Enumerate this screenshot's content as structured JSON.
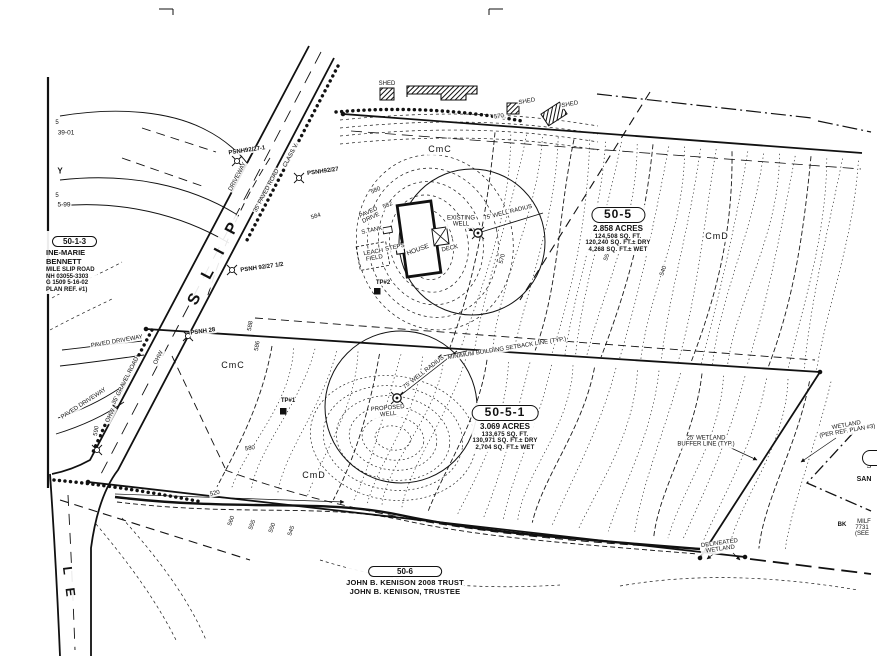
{
  "colors": {
    "ink": "#111111",
    "paper": "#ffffff"
  },
  "parcels": {
    "lot_50_5": {
      "id": "50-5",
      "acres": "2.858 ACRES",
      "area": "124,508  SQ.  FT.",
      "dry": "120,240  SQ.  FT.±  DRY",
      "wet": "4,268  SQ.  FT.±  WET"
    },
    "lot_50_5_1": {
      "id": "50-5-1",
      "acres": "3.069 ACRES",
      "area": "133,675  SQ.  FT.",
      "dry": "130,971  SQ.  FT.±  DRY",
      "wet": "2,704  SQ.  FT.±  WET"
    },
    "lot_50_6": {
      "id": "50-6",
      "owner1": "JOHN B. KENISON 2008 TRUST",
      "owner2": "JOHN B. KENISON, TRUSTEE"
    },
    "lot_50_1_3": {
      "id": "50-1-3",
      "owner1": "INE-MARIE",
      "owner2": "BENNETT",
      "addr1": "MILE  SLIP  ROAD",
      "addr2": "NH  03055-3303",
      "ref1": "G  1509      5-16-02",
      "ref2": "PLAN  REF.  #1)"
    }
  },
  "labels": {
    "frag_5a": "5",
    "frag_39_01": "39-01",
    "frag_y": "Y",
    "frag_5b": "5",
    "frag_5_99": "5-99",
    "psnh_92_27_1": "PSNH92/27-1",
    "psnh_92_27": "PSNH92/27",
    "psnh_92_27_half": "PSNH 92/27 1/2",
    "psnh_28": "PSNH 28",
    "driveway": "DRIVEWAY",
    "paved_road": "35' PAVED ROAD",
    "class_v": "CLASS V",
    "paved_driveway_1": "PAVED DRIVEWAY",
    "paved_driveway_2": "PAVED DRIVEWAY",
    "gravel_road": "35' GRAVEL ROAD",
    "ohw_1": "OHW",
    "ohw_2": "OHW",
    "slip": "S L I P",
    "mile_le": "L E",
    "cmc_1": "CmC",
    "cmc_2": "CmC",
    "cmd_1": "CmD",
    "cmd_2": "CmD",
    "shed_1": "SHED",
    "shed_2": "SHED",
    "shed_3": "SHED",
    "paved_drive": "PAVED\nDRIVE",
    "s_tank": "S.TANK",
    "leach_field": "LEACH\nFIELD",
    "steps": "STEPS",
    "house": "HOUSE",
    "deck": "DECK",
    "existing_well": "EXISTING\nWELL",
    "proposed_well": "PROPOSED\nWELL",
    "well_radius_1": "75' WELL RADIUS",
    "well_radius_2": "75' WELL RADIUS",
    "tp_1": "TP#1",
    "tp_2": "TP#2",
    "setback": "MINIMUM BUILDING SETBACK LINE (TYP.)",
    "wetland_buffer": "25' WETLAND\nBUFFER LINE (TYP.)",
    "wetland_ref": "WETLAND\n(PER REF. PLAN #3)",
    "delineated_wetland": "DELINEATED\nWETLAND",
    "nr_s": "S",
    "nr_san": "SAN",
    "nr_bk": "BK",
    "nr_milf": "MILF",
    "nr_7731": "7731",
    "nr_see": "(SEE",
    "c570a": "570",
    "c570b": "570",
    "c580a": "580",
    "c580b": "580",
    "c582": "582",
    "c584": "584",
    "c586": "586",
    "c588": "588",
    "c590": "590",
    "c520": "520",
    "c560": "560",
    "c555": "555",
    "c550a": "550",
    "c545": "545",
    "c550b": "550",
    "c540": "540"
  }
}
